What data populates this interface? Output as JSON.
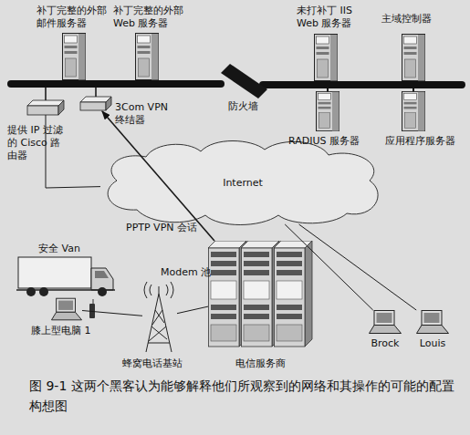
{
  "diagram": {
    "caption": "图 9-1 这两个黑客认为能够解释他们所观察到的网络和其操作的可能的配置构想图",
    "nodes": [
      {
        "text": [
          "补丁完整的外部 邮件服务器"
        ]
      },
      {
        "text": [
          "补丁完整的外部 Web 服务器"
        ]
      },
      {
        "text": [
          "未打补丁 IIS Web 服务器"
        ]
      },
      {
        "text": [
          "主域控制器"
        ]
      },
      {
        "text": [
          "提供 IP 过滤 的 Cisco 路由器"
        ]
      },
      {
        "text": [
          "3Com VPN 终结器"
        ]
      },
      {
        "text": [
          "防火墙"
        ]
      },
      {
        "text": [
          "RADIUS 服务器"
        ]
      },
      {
        "text": [
          "应用程序服务器"
        ]
      },
      {
        "text": [
          "Internet"
        ]
      },
      {
        "text": [
          "Modem 池",
          "电信服务商"
        ]
      },
      {
        "text": [
          "安全 Van"
        ]
      },
      {
        "text": [
          "膝上型电脑 1"
        ]
      },
      {
        "text": [
          "蜂窝电话基站"
        ]
      },
      {
        "text": [
          "Brock"
        ]
      },
      {
        "text": [
          "Louis"
        ]
      }
    ],
    "edges": [
      {
        "from": 10,
        "to": 5,
        "label": "PPTP VPN 会话",
        "arrow": "to"
      },
      {
        "from": 4,
        "to": 9,
        "arrow": "none"
      },
      {
        "from": 12,
        "to": 13,
        "arrow": "none"
      },
      {
        "from": 13,
        "to": 10,
        "arrow": "none"
      },
      {
        "from": 14,
        "to": 9,
        "arrow": "none"
      },
      {
        "from": 15,
        "to": 9,
        "arrow": "none"
      }
    ]
  }
}
